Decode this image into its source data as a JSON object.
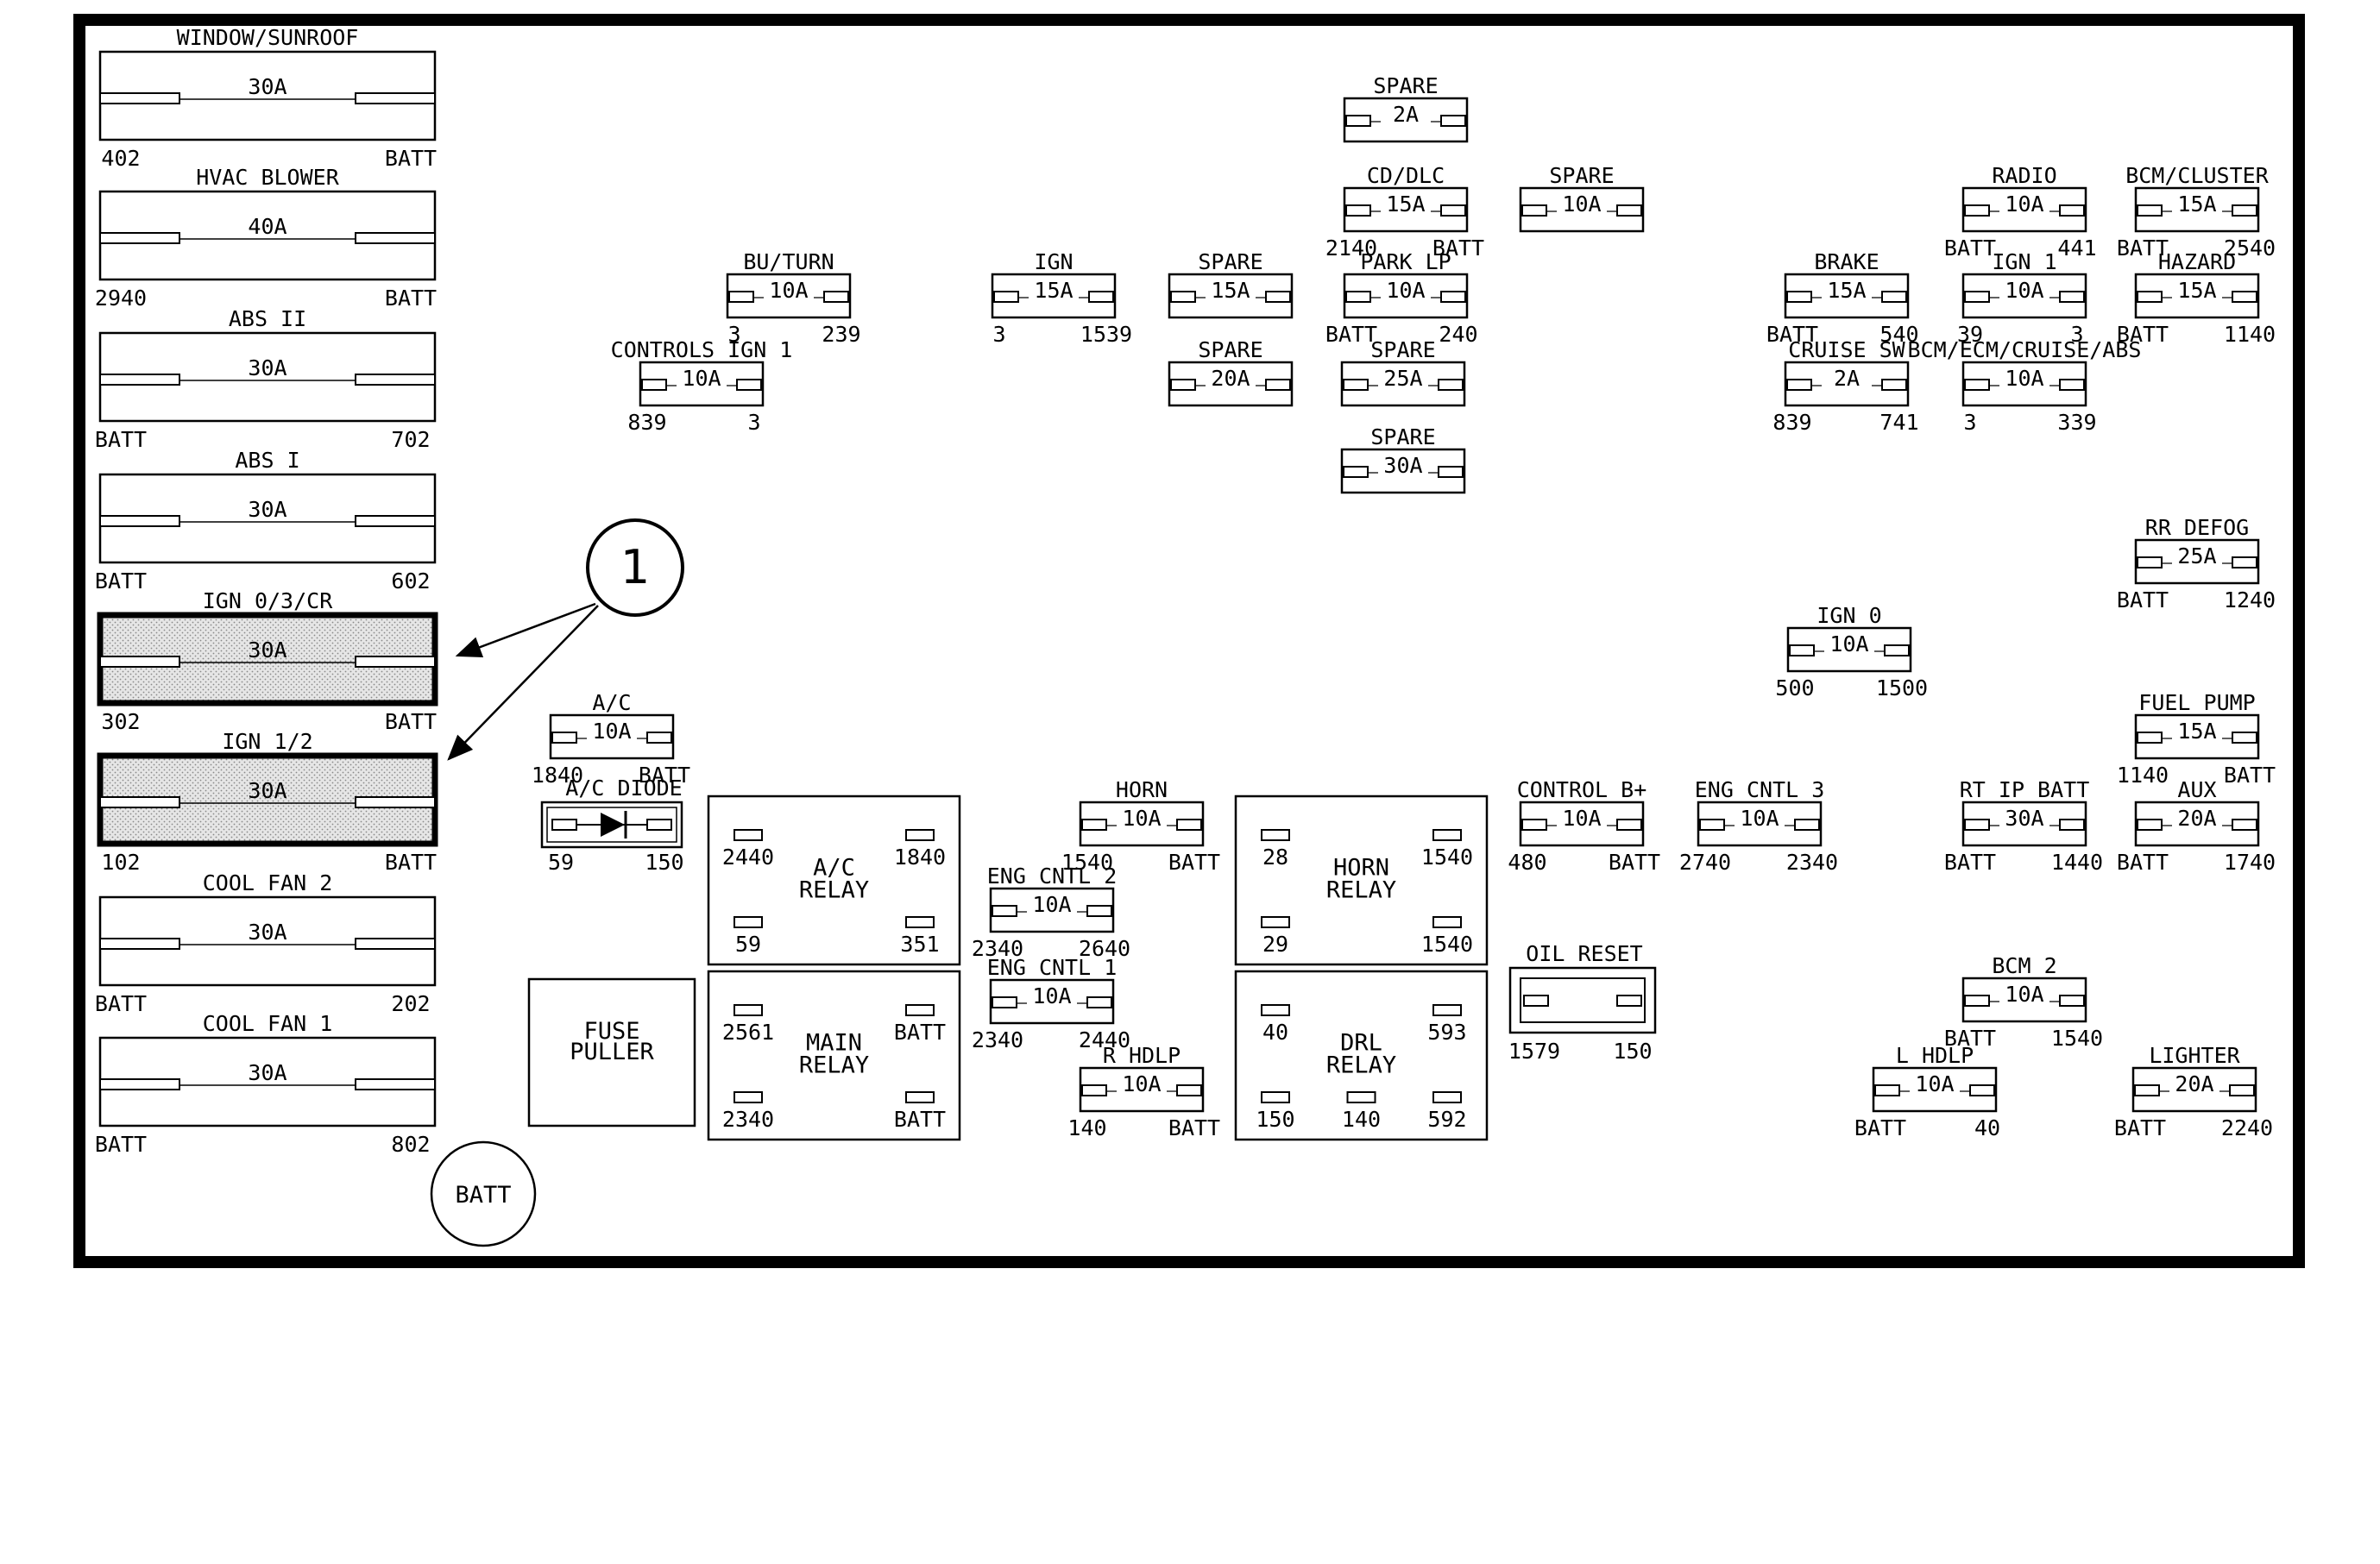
{
  "callout": "1",
  "batt_post": "BATT",
  "fuse_puller": [
    "FUSE",
    "PULLER"
  ],
  "maxi_fuses": [
    {
      "name": "WINDOW/SUNROOF",
      "rating": "30A",
      "left": "402",
      "right": "BATT",
      "highlighted": false
    },
    {
      "name": "HVAC BLOWER",
      "rating": "40A",
      "left": "2940",
      "right": "BATT",
      "highlighted": false
    },
    {
      "name": "ABS II",
      "rating": "30A",
      "left": "BATT",
      "right": "702",
      "highlighted": false
    },
    {
      "name": "ABS I",
      "rating": "30A",
      "left": "BATT",
      "right": "602",
      "highlighted": false
    },
    {
      "name": "IGN 0/3/CR",
      "rating": "30A",
      "left": "302",
      "right": "BATT",
      "highlighted": true
    },
    {
      "name": "IGN 1/2",
      "rating": "30A",
      "left": "102",
      "right": "BATT",
      "highlighted": true
    },
    {
      "name": "COOL FAN 2",
      "rating": "30A",
      "left": "BATT",
      "right": "202",
      "highlighted": false
    },
    {
      "name": "COOL FAN 1",
      "rating": "30A",
      "left": "BATT",
      "right": "802",
      "highlighted": false
    }
  ],
  "mini_fuses": [
    {
      "name": "SPARE",
      "rating": "2A",
      "left": "",
      "right": ""
    },
    {
      "name": "CD/DLC",
      "rating": "15A",
      "left": "2140",
      "right": "BATT"
    },
    {
      "name": "SPARE",
      "rating": "10A",
      "left": "",
      "right": ""
    },
    {
      "name": "BU/TURN",
      "rating": "10A",
      "left": "3",
      "right": "239"
    },
    {
      "name": "IGN",
      "rating": "15A",
      "left": "3",
      "right": "1539"
    },
    {
      "name": "SPARE",
      "rating": "15A",
      "left": "",
      "right": ""
    },
    {
      "name": "PARK LP",
      "rating": "10A",
      "left": "BATT",
      "right": "240"
    },
    {
      "name": "CONTROLS IGN 1",
      "rating": "10A",
      "left": "839",
      "right": "3"
    },
    {
      "name": "SPARE",
      "rating": "20A",
      "left": "",
      "right": ""
    },
    {
      "name": "SPARE",
      "rating": "25A",
      "left": "",
      "right": ""
    },
    {
      "name": "SPARE",
      "rating": "30A",
      "left": "",
      "right": ""
    },
    {
      "name": "RADIO",
      "rating": "10A",
      "left": "BATT",
      "right": "441"
    },
    {
      "name": "BCM/CLUSTER",
      "rating": "15A",
      "left": "BATT",
      "right": "2540"
    },
    {
      "name": "BRAKE",
      "rating": "15A",
      "left": "BATT",
      "right": "540"
    },
    {
      "name": "IGN 1",
      "rating": "10A",
      "left": "39",
      "right": "3"
    },
    {
      "name": "HAZARD",
      "rating": "15A",
      "left": "BATT",
      "right": "1140"
    },
    {
      "name": "CRUISE SW",
      "rating": "2A",
      "left": "839",
      "right": "741"
    },
    {
      "name": "BCM/ECM/CRUISE/ABS",
      "rating": "10A",
      "left": "3",
      "right": "339"
    },
    {
      "name": "RR DEFOG",
      "rating": "25A",
      "left": "BATT",
      "right": "1240"
    },
    {
      "name": "IGN 0",
      "rating": "10A",
      "left": "500",
      "right": "1500"
    },
    {
      "name": "FUEL PUMP",
      "rating": "15A",
      "left": "1140",
      "right": "BATT"
    },
    {
      "name": "A/C",
      "rating": "10A",
      "left": "1840",
      "right": "BATT"
    },
    {
      "name": "HORN",
      "rating": "10A",
      "left": "1540",
      "right": "BATT"
    },
    {
      "name": "CONTROL B+",
      "rating": "10A",
      "left": "480",
      "right": "BATT"
    },
    {
      "name": "ENG CNTL 3",
      "rating": "10A",
      "left": "2740",
      "right": "2340"
    },
    {
      "name": "RT IP BATT",
      "rating": "30A",
      "left": "BATT",
      "right": "1440"
    },
    {
      "name": "AUX",
      "rating": "20A",
      "left": "BATT",
      "right": "1740"
    },
    {
      "name": "ENG CNTL 2",
      "rating": "10A",
      "left": "2340",
      "right": "2640"
    },
    {
      "name": "ENG CNTL 1",
      "rating": "10A",
      "left": "2340",
      "right": "2440"
    },
    {
      "name": "R HDLP",
      "rating": "10A",
      "left": "140",
      "right": "BATT"
    },
    {
      "name": "BCM 2",
      "rating": "10A",
      "left": "BATT",
      "right": "1540"
    },
    {
      "name": "L HDLP",
      "rating": "10A",
      "left": "BATT",
      "right": "40"
    },
    {
      "name": "LIGHTER",
      "rating": "20A",
      "left": "BATT",
      "right": "2240"
    }
  ],
  "diode": {
    "name": "A/C DIODE",
    "left": "59",
    "right": "150"
  },
  "oil_reset": {
    "name": "OIL RESET",
    "left": "1579",
    "right": "150"
  },
  "relays": [
    {
      "name": [
        "A/C",
        "RELAY"
      ],
      "pins": [
        "2440",
        "1840",
        "59",
        "351"
      ]
    },
    {
      "name": [
        "MAIN",
        "RELAY"
      ],
      "pins": [
        "2561",
        "BATT",
        "2340",
        "BATT"
      ]
    },
    {
      "name": [
        "HORN",
        "RELAY"
      ],
      "pins": [
        "28",
        "1540",
        "29",
        "1540"
      ]
    },
    {
      "name": [
        "DRL",
        "RELAY"
      ],
      "pins": [
        "40",
        "593",
        "150",
        "140",
        "592"
      ]
    }
  ]
}
